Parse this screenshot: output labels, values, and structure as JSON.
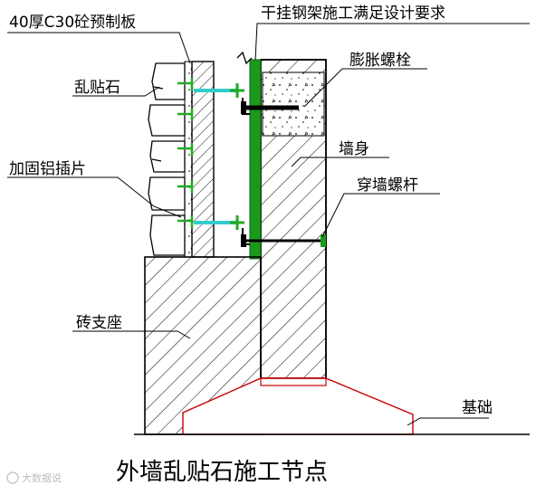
{
  "labels": {
    "precast_slab": "40厚C30砼预制板",
    "steel_frame": "干挂钢架施工满足设计要求",
    "random_stone": "乱贴石",
    "expansion_bolt": "膨胀螺栓",
    "wall_body": "墙身",
    "aluminum_insert": "加固铝插片",
    "through_bolt": "穿墙螺杆",
    "brick_support": "砖支座",
    "foundation": "基础"
  },
  "caption": "外墙乱贴石施工节点",
  "watermark": "大数据说",
  "colors": {
    "steel_frame": "#1a9a1a",
    "bracket": "#33cccc",
    "connector": "#22aa22",
    "outline": "#000000",
    "foundation_outline": "#cc0000"
  }
}
